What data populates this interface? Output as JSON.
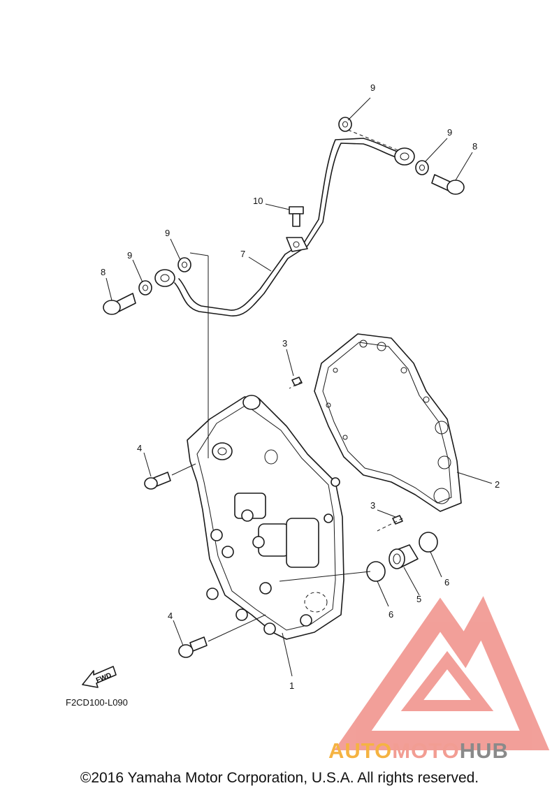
{
  "diagram_code": "F2CD100-L090",
  "fwd_label": "FWD",
  "copyright": "©2016 Yamaha Motor Corporation, U.S.A. All rights reserved.",
  "watermark": {
    "part1": "AUTO",
    "part2": "MOTO",
    "part3": "HUB",
    "color_part1": "#f5b342",
    "color_part2": "#f29d93",
    "color_part3": "#8a8a8a",
    "logo_color": "#f08f88"
  },
  "callouts": {
    "c1": "1",
    "c2": "2",
    "c3a": "3",
    "c3b": "3",
    "c4a": "4",
    "c4b": "4",
    "c5": "5",
    "c6a": "6",
    "c6b": "6",
    "c7": "7",
    "c8a": "8",
    "c8b": "8",
    "c9a": "9",
    "c9b": "9",
    "c9c": "9",
    "c9d": "9",
    "c10": "10"
  }
}
